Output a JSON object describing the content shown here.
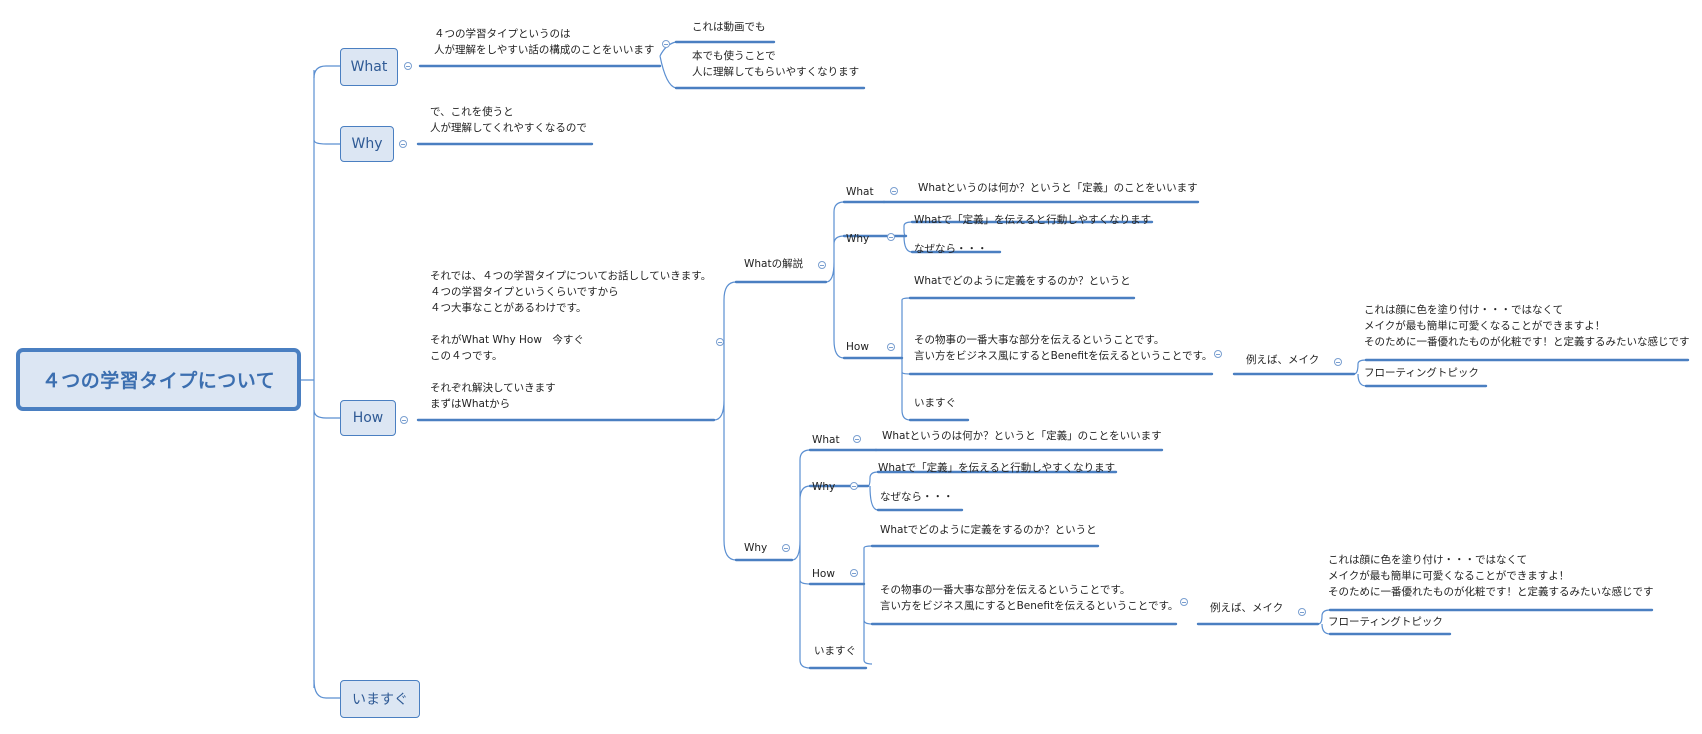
{
  "root": "４つの学習タイプについて",
  "main_topics": {
    "what": "What",
    "why": "Why",
    "how": "How",
    "now": "いますぐ"
  },
  "what_branch": {
    "note": "４つの学習タイプというのは\n人が理解をしやすい話の構成のことをいいます",
    "child1": "これは動画でも",
    "child2": "本でも使うことで\n人に理解してもらいやすくなります"
  },
  "why_branch": {
    "note": "で、これを使うと\n人が理解してくれやすくなるので"
  },
  "how_branch": {
    "note": "それでは、４つの学習タイプについてお話ししていきます。\n４つの学習タイプというくらいですから\n４つ大事なことがあるわけです。\n\nそれがWhat Why How　今すぐ\nこの４つです。\n\nそれぞれ解決していきます\nまずはWhatから",
    "sub1": {
      "label": "Whatの解説",
      "what_label": "What",
      "what_text": "Whatというのは何か？というと「定義」のことをいいます",
      "why_label": "Why",
      "why_text1": "Whatで「定義」を伝えると行動しやすくなります",
      "why_text2": "なぜなら・・・",
      "how_label": "How",
      "how_text1": "Whatでどのように定義をするのか？というと",
      "how_text2": "その物事の一番大事な部分を伝えるということです。\n言い方をビジネス風にするとBenefitを伝えるということです。",
      "example": "例えば、メイク",
      "example_text": "これは顔に色を塗り付け・・・ではなくて\nメイクが最も簡単に可愛くなることができますよ！\nそのために一番優れたものが化粧です！と定義するみたいな感じです",
      "floating": "フローティングトピック",
      "how_text3": "いますぐ"
    },
    "sub2": {
      "label": "Why",
      "what_label": "What",
      "what_text": "Whatというのは何か？というと「定義」のことをいいます",
      "why_label": "Why",
      "why_text1": "Whatで「定義」を伝えると行動しやすくなります",
      "why_text2": "なぜなら・・・",
      "how_label": "How",
      "how_text1": "Whatでどのように定義をするのか？というと",
      "how_text2": "その物事の一番大事な部分を伝えるということです。\n言い方をビジネス風にするとBenefitを伝えるということです。",
      "example": "例えば、メイク",
      "example_text": "これは顔に色を塗り付け・・・ではなくて\nメイクが最も簡単に可愛くなることができますよ！\nそのために一番優れたものが化粧です！と定義するみたいな感じです",
      "floating": "フローティングトピック",
      "now_label": "いますぐ"
    }
  },
  "colors": {
    "line": "#5b8fd1",
    "node_fill": "#dce6f3",
    "node_border": "#4a7fc1",
    "root_text": "#3c6fb0"
  }
}
